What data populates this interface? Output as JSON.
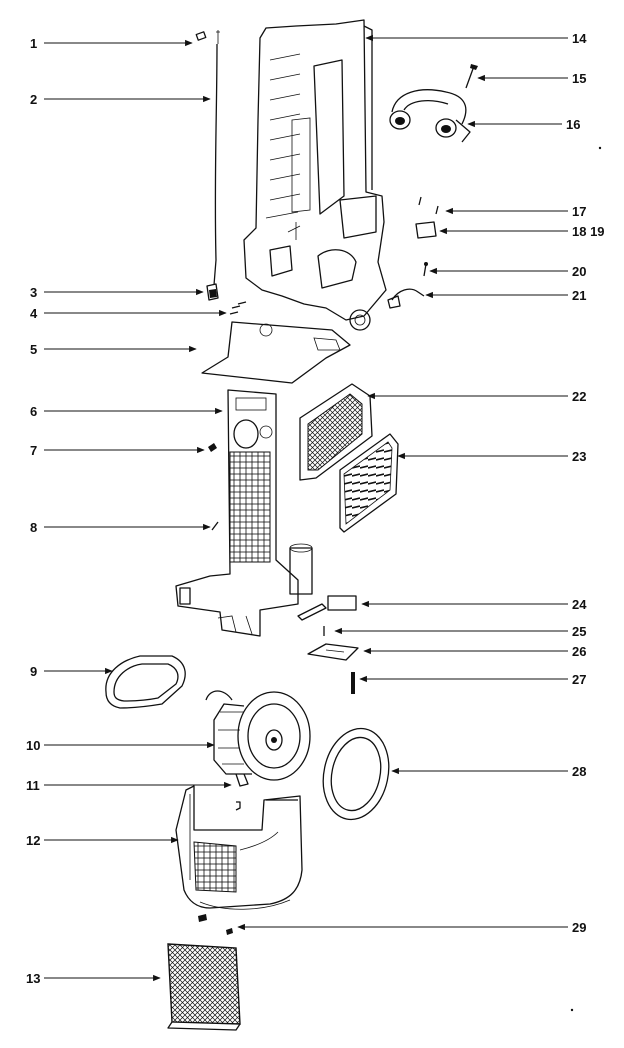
{
  "labels": {
    "n1": "1",
    "n2": "2",
    "n3": "3",
    "n4": "4",
    "n5": "5",
    "n6": "6",
    "n7": "7",
    "n8": "8",
    "n9": "9",
    "n10": "10",
    "n11": "11",
    "n12": "12",
    "n13": "13",
    "n14": "14",
    "n15": "15",
    "n16": "16",
    "n17": "17",
    "n18": "18 19",
    "n20": "20",
    "n21": "21",
    "n22": "22",
    "n23": "23",
    "n24": "24",
    "n25": "25",
    "n26": "26",
    "n27": "27",
    "n28": "28",
    "n29": "29"
  }
}
